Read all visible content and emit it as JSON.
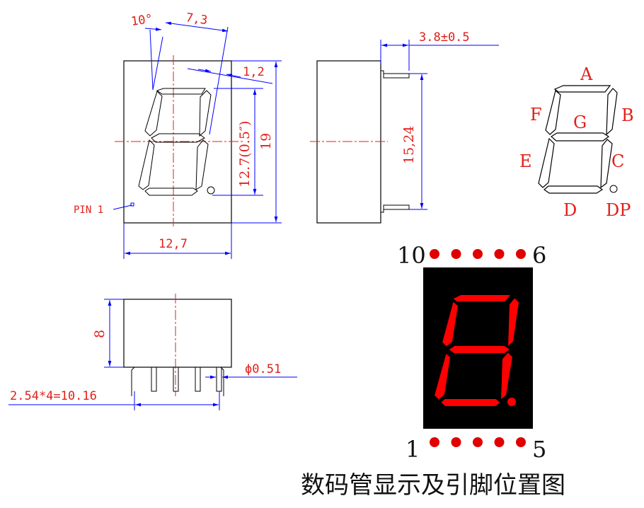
{
  "colors": {
    "outline": "#000000",
    "dimension": "#0000ff",
    "centerline": "#e0201a",
    "text": "#e0201a",
    "display_bg": "#000000",
    "segment_on": "#ff0000",
    "pin_dot": "#e00000"
  },
  "front_view": {
    "angle": "10°",
    "slant_width": "7,3",
    "top_offset": "1,2",
    "digit_height": "12.7(0.5″)",
    "total_height": "19",
    "width": "12,7",
    "pin1_label": "PIN 1"
  },
  "side_view": {
    "pin_length": "3.8±0.5",
    "pin_span": "15,24"
  },
  "bottom_view": {
    "body_height": "8",
    "pin_diameter": "ϕ0.51",
    "pitch": "2.54*4=10.16"
  },
  "segment_map": {
    "labels": [
      "A",
      "B",
      "C",
      "D",
      "E",
      "F",
      "G",
      "DP"
    ]
  },
  "pinout": {
    "top_left": "10",
    "top_right": "6",
    "bottom_left": "1",
    "bottom_right": "5",
    "top_pin_count": 5,
    "bottom_pin_count": 5
  },
  "caption": "数码管显示及引脚位置图"
}
